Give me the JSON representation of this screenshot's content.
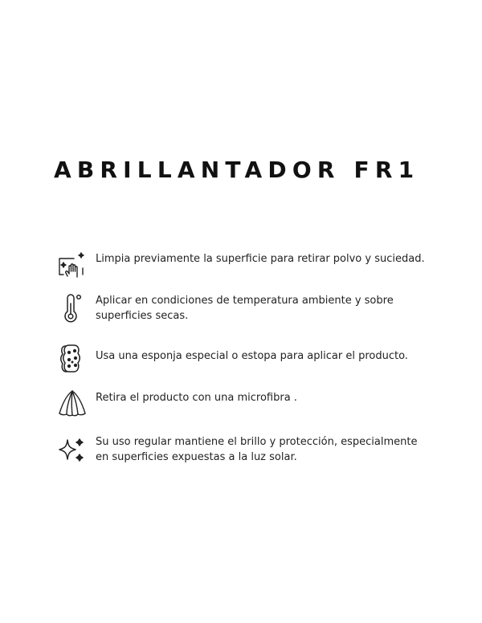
{
  "document": {
    "title": "ABRILLANTADOR FR1",
    "instructions": [
      {
        "icon": "cleaning-hand-icon",
        "text": "Limpia previamente la superficie para retirar polvo y suciedad."
      },
      {
        "icon": "thermometer-icon",
        "text": "Aplicar en condiciones de temperatura ambiente y sobre superficies secas."
      },
      {
        "icon": "sponge-icon",
        "text": "Usa una esponja especial o estopa para aplicar el producto."
      },
      {
        "icon": "microfiber-cloth-icon",
        "text": "Retira el producto con una microfibra ."
      },
      {
        "icon": "sparkle-icon",
        "text": "Su uso regular mantiene el brillo y protección, especialmente en superficies expuestas a la luz solar."
      }
    ]
  }
}
